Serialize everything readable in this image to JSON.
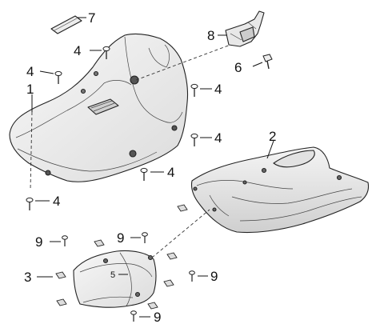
{
  "callouts": {
    "c1": "1",
    "c2": "2",
    "c3": "3",
    "c4a": "4",
    "c4b": "4",
    "c4c": "4",
    "c4d": "4",
    "c4e": "4",
    "c4f": "4",
    "c5": "5",
    "c6": "6",
    "c7": "7",
    "c8": "8",
    "c9a": "9",
    "c9b": "9",
    "c9c": "9",
    "c9d": "9"
  },
  "colors": {
    "part_fill": "#f3f3f3",
    "part_shade": "#d9d9d9",
    "outline": "#222222",
    "background": "#ffffff"
  }
}
